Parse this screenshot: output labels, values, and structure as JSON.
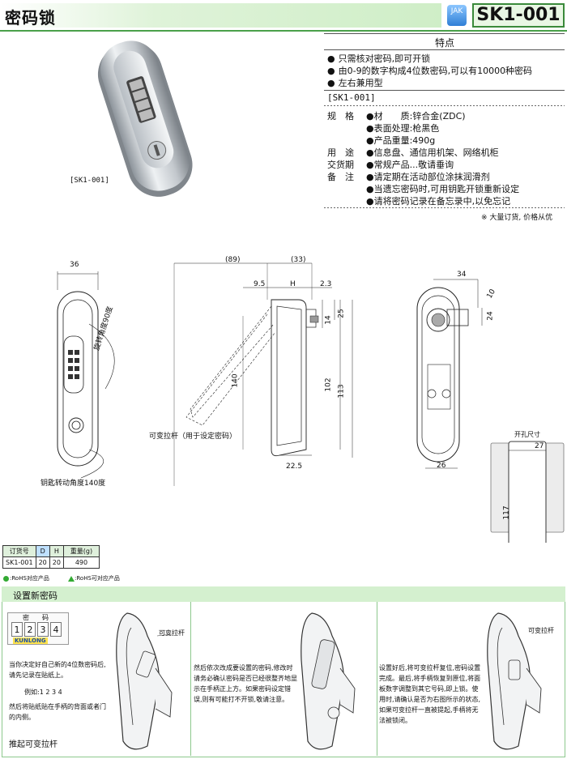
{
  "header": {
    "title": "密码锁",
    "model": "SK1-001",
    "brand_badge": "JAK"
  },
  "features": {
    "heading": "特点",
    "items": [
      "只需核对密码,即可开锁",
      "由0-9的数字构成4位数密码,可以有10000种密码",
      "左右兼用型"
    ]
  },
  "spec": {
    "model_tag": "[SK1-001]",
    "rows": [
      {
        "label": "规　格",
        "value": "●材　　质:锌合金(ZDC)"
      },
      {
        "label": "",
        "value": "●表面处理:枪黑色"
      },
      {
        "label": "",
        "value": "●产品重量:490g"
      },
      {
        "label": "用　途",
        "value": "●信息盘、通信用机架、网络机柜"
      },
      {
        "label": "交货期",
        "value": "●常规产品...敬请垂询"
      },
      {
        "label": "备　注",
        "value": "●请定期在活动部位涂抹润滑剂"
      },
      {
        "label": "",
        "value": "●当遗忘密码时,可用钥匙开锁重新设定"
      },
      {
        "label": "",
        "value": "●请将密码记录在备忘录中,以免忘记"
      }
    ],
    "footnote": "※ 大量订货, 价格从优"
  },
  "photo_caption": "[SK1-001]",
  "drawing": {
    "front_width": "36",
    "rotate_label": "旋转角度90度",
    "key_rotation_label": "钥匙转动角度140度",
    "dim_89": "(89)",
    "dim_33": "(33)",
    "dim_9_5": "9.5",
    "dim_H": "H",
    "dim_2_3": "2.3",
    "dim_25": "25",
    "dim_14": "14",
    "dim_140": "140",
    "dim_102": "102",
    "dim_113": "113",
    "dim_22_5": "22.5",
    "variable_lever": "可变拉杆（用于设定密码）",
    "back_34": "34",
    "back_10": "10",
    "back_24": "24",
    "back_26": "26",
    "cutout_title": "开孔尺寸",
    "cutout_27": "27",
    "cutout_117": "117"
  },
  "order_table": {
    "headers": [
      "订货号",
      "D",
      "H",
      "重量(g)"
    ],
    "row": [
      "SK1-001",
      "20",
      "20",
      "490"
    ]
  },
  "rohs": {
    "a": ":RoHS对应产品",
    "b": ":RoHS可对应产品"
  },
  "steps": {
    "title": "设置新密码",
    "code_label": "密　　码",
    "code_digits": [
      "1",
      "2",
      "3",
      "4"
    ],
    "code_brand": "KUNLONG",
    "step1_text": "当你决定好自己新的4位数密码后,请先记录在贴纸上。",
    "example": "例如:1 2 3 4",
    "step1_text2": "然后将贴纸贴在手柄的背面或者门的内侧。",
    "step1_footer": "推起可变拉杆",
    "fig1_label": "可变拉杆",
    "step2_text": "然后依次改成要设置的密码,修改时请务必确认密码是否已经很整齐地显示在手柄正上方。如果密码设定错误,则有可能打不开锁,敬请注意。",
    "step3_text": "设置好后,将可变拉杆复位,密码设置完成。最后,将手柄恢复到原位,将面板数字调整到其它号码,即上锁。使用时,请确认是否为右图所示的状态,如果可变拉杆一直被提起,手柄将无法被锁闭。",
    "fig3_label": "可变拉杆"
  }
}
